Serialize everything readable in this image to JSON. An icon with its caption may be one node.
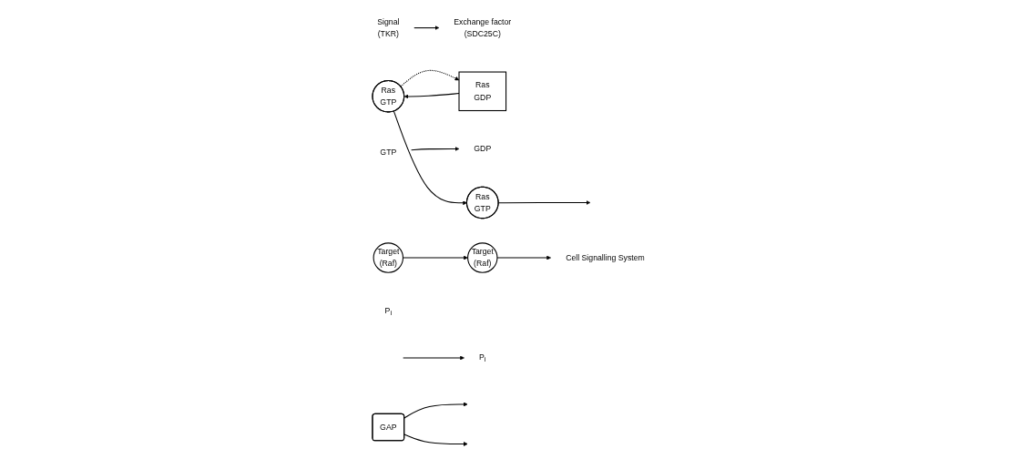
{
  "diagram": {
    "nodes": [
      {
        "text": [
          "Signal",
          "(TKR)"
        ]
      },
      {
        "text": [
          "Exchange factor",
          "(SDC25C)"
        ]
      },
      {
        "text": [
          "Ras",
          "GTP"
        ]
      },
      {
        "text": [
          "Ras",
          "GDP"
        ]
      },
      {
        "text": [
          "GDP"
        ]
      },
      {
        "text": [
          "GTP"
        ]
      },
      {
        "text": [
          "GAP"
        ]
      },
      {
        "text": [
          "P$_{i}$"
        ]
      },
      {
        "text": [
          "Ras",
          "GTP"
        ]
      },
      {
        "text": [
          "Target",
          "(Raf)"
        ]
      },
      {
        "text": [
          "Target",
          "(Raf)"
        ]
      },
      {
        "text": [
          "P$_{i}$"
        ]
      },
      {
        "text": [
          "Cell Signalling System"
        ]
      }
    ],
    "edges": [
      {
        "from": 0,
        "to": 1,
        "arrow": "to"
      },
      {
        "from": 5,
        "to": 4,
        "arrow": "to"
      },
      {
        "from": 3,
        "to": 2,
        "arrow": "to"
      },
      {
        "from": 2,
        "to": 3,
        "arrow": "to",
        "style": "dashed"
      },
      {
        "from": 6,
        "to": null,
        "arrow": "to"
      },
      {
        "from": 6,
        "to": null,
        "arrow": "to"
      },
      {
        "from": 2,
        "to": 8,
        "arrow": "to"
      },
      {
        "from": 10,
        "to": 9,
        "arrow": "to"
      },
      {
        "from": 8,
        "to": null,
        "arrow": "to"
      },
      {
        "from": null,
        "to": 11,
        "arrow": "to"
      },
      {
        "from": 9,
        "to": 12,
        "arrow": "to"
      }
    ]
  }
}
